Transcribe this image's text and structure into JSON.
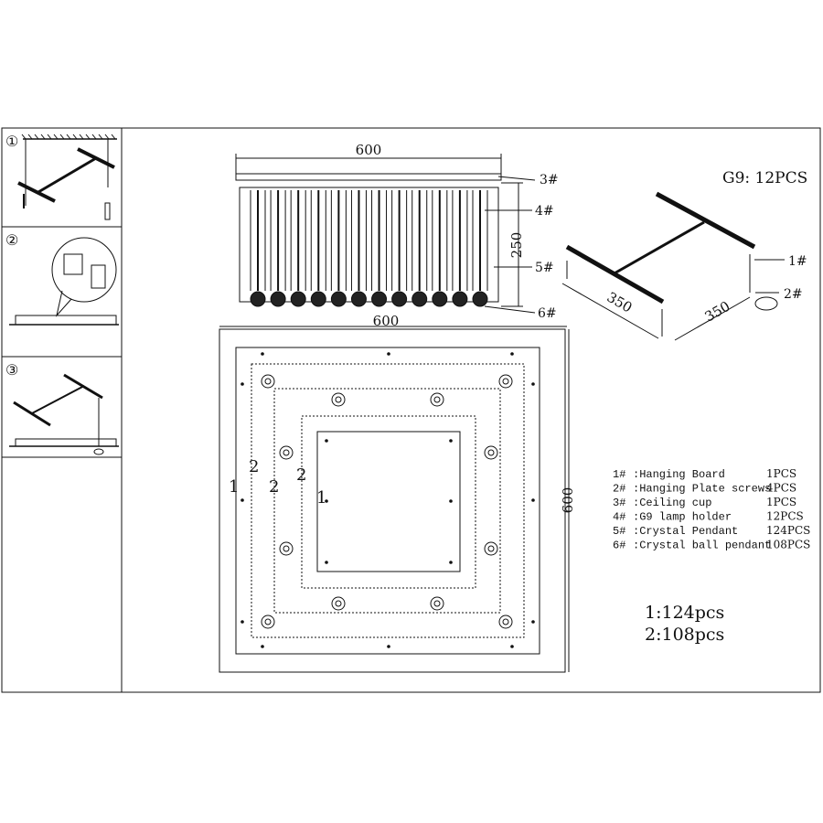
{
  "steps": [
    "①",
    "②",
    "③"
  ],
  "side_view": {
    "width_label": "600",
    "height_label": "250",
    "callouts": [
      "3#",
      "4#",
      "5#",
      "6#"
    ],
    "lamp_columns": 12
  },
  "top_view": {
    "top_width_label": "600",
    "side_width_label": "600",
    "ring_labels": [
      "1",
      "2",
      "2",
      "2",
      "1"
    ]
  },
  "bracket": {
    "lamp_spec": "G9: 12PCS",
    "callouts": [
      "1#",
      "2#"
    ],
    "dims": [
      "350",
      "350"
    ]
  },
  "parts": [
    {
      "id": "1#",
      "name": ":Hanging Board",
      "qty": "1PCS"
    },
    {
      "id": "2#",
      "name": ":Hanging Plate screws",
      "qty": "4PCS"
    },
    {
      "id": "3#",
      "name": ":Ceiling cup",
      "qty": "1PCS"
    },
    {
      "id": "4#",
      "name": ":G9 lamp holder",
      "qty": "12PCS"
    },
    {
      "id": "5#",
      "name": ":Crystal Pendant",
      "qty": "124PCS"
    },
    {
      "id": "6#",
      "name": ":Crystal ball pendant",
      "qty": "108PCS"
    }
  ],
  "counts": [
    "1:124pcs",
    "2:108pcs"
  ]
}
